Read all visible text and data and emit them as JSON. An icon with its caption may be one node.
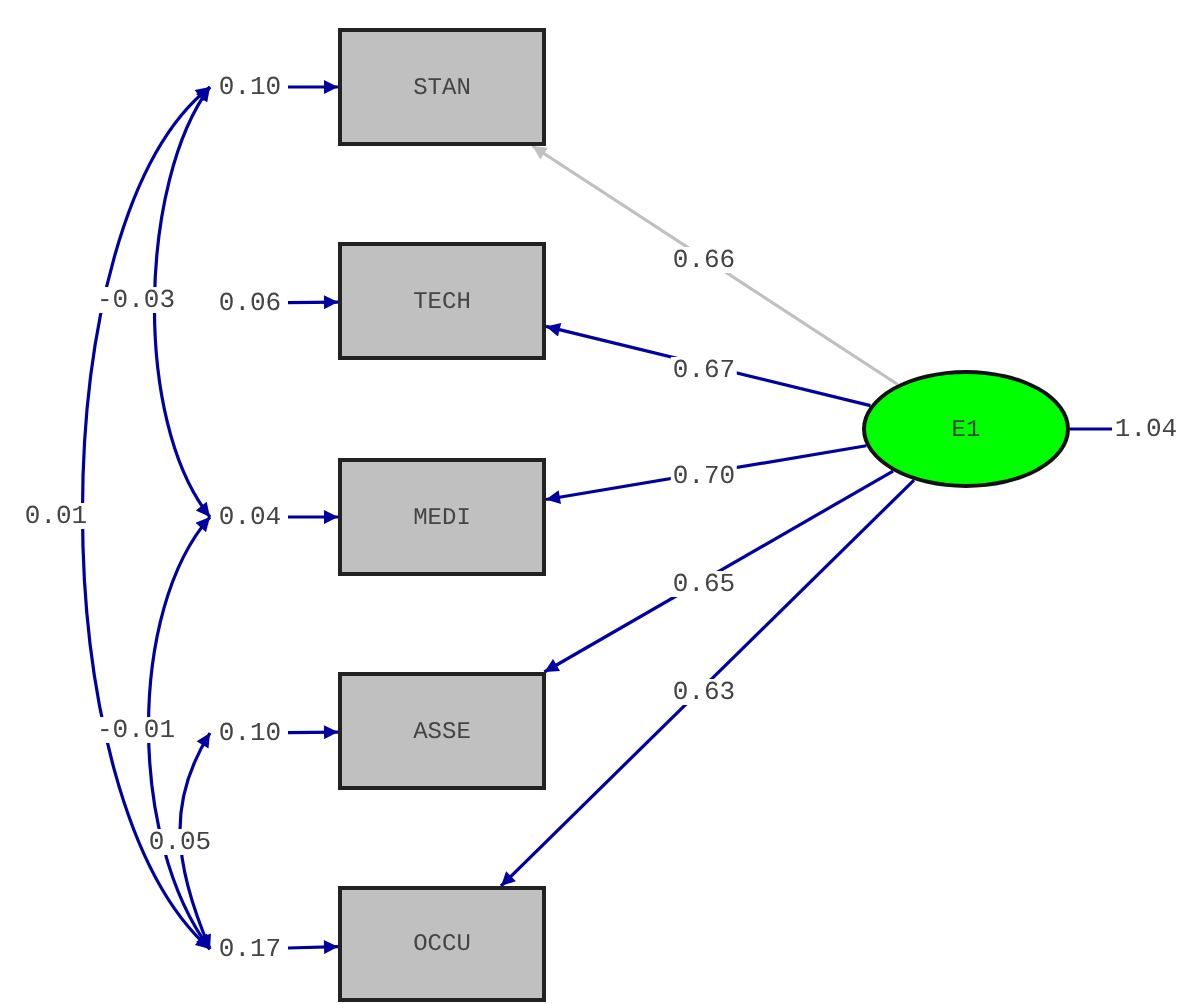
{
  "diagram": {
    "nodes": [
      {
        "text": [
          "0.10"
        ]
      },
      {
        "text": [
          "STAN"
        ]
      },
      {
        "text": [
          "0.06"
        ]
      },
      {
        "text": [
          "TECH"
        ]
      },
      {
        "text": [
          "0.04"
        ]
      },
      {
        "text": [
          "MEDI"
        ]
      },
      {
        "text": [
          "0.10"
        ]
      },
      {
        "text": [
          "ASSE"
        ]
      },
      {
        "text": [
          "0.17"
        ]
      },
      {
        "text": [
          "OCCU"
        ]
      },
      {
        "text": [
          "E1"
        ]
      },
      {
        "text": [
          "1.04"
        ]
      }
    ],
    "edges": [
      {
        "from": 0,
        "to": 1,
        "arrow": "to"
      },
      {
        "from": 2,
        "to": 3,
        "arrow": "to"
      },
      {
        "from": 4,
        "to": 5,
        "arrow": "to"
      },
      {
        "from": 6,
        "to": 7,
        "arrow": "to"
      },
      {
        "from": 8,
        "to": 9,
        "arrow": "to"
      },
      {
        "from": 10,
        "to": 1,
        "arrow": "to",
        "label": "0.66",
        "color": "#c0c0c0"
      },
      {
        "from": 10,
        "to": 3,
        "arrow": "to",
        "label": "0.67"
      },
      {
        "from": 10,
        "to": 5,
        "arrow": "to",
        "label": "0.70"
      },
      {
        "from": 10,
        "to": 7,
        "arrow": "to",
        "label": "0.65"
      },
      {
        "from": 10,
        "to": 9,
        "arrow": "to",
        "label": "0.63"
      },
      {
        "from": 10,
        "to": 11,
        "arrow": "none"
      },
      {
        "from": 0,
        "to": 4,
        "arrow": "both",
        "label": "-0.03"
      },
      {
        "from": 0,
        "to": 8,
        "arrow": "both",
        "label": "0.01"
      },
      {
        "from": 4,
        "to": 8,
        "arrow": "both",
        "label": "-0.01"
      },
      {
        "from": 6,
        "to": 8,
        "arrow": "both",
        "label": "0.05"
      }
    ]
  }
}
